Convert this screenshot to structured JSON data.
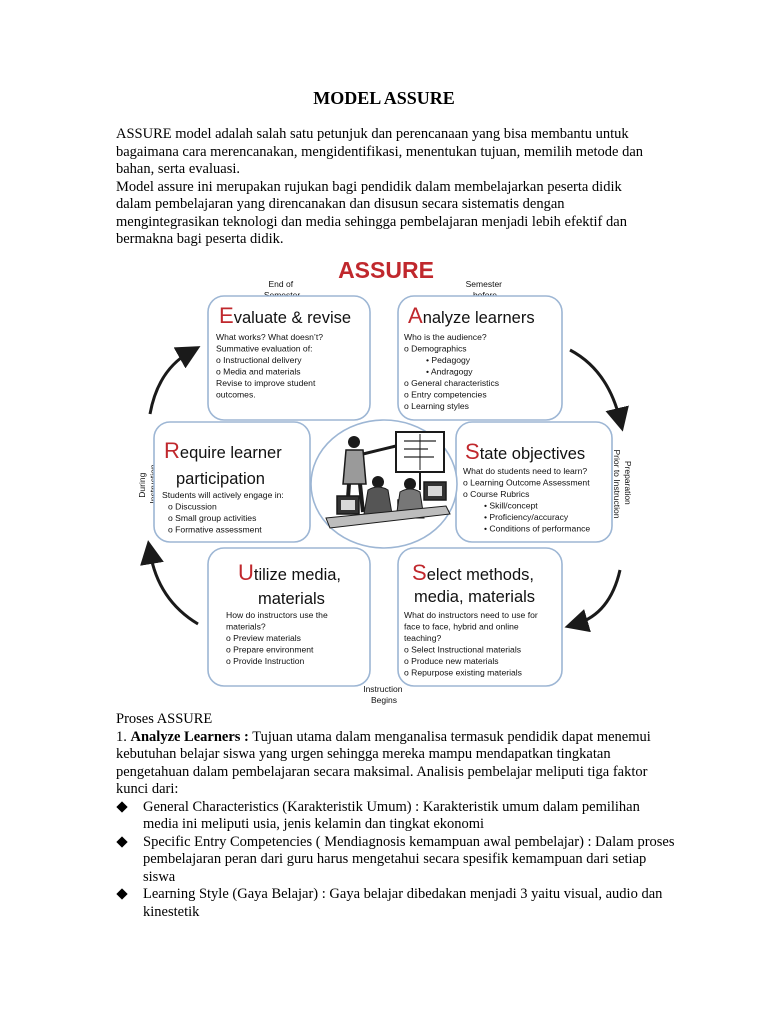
{
  "document": {
    "title": "MODEL ASSURE",
    "intro": [
      "ASSURE model adalah salah satu petunjuk dan perencanaan yang bisa membantu untuk bagaimana cara merencanakan, mengidentifikasi, menentukan tujuan, memilih metode dan bahan, serta evaluasi.",
      "Model assure ini merupakan rujukan bagi pendidik dalam membelajarkan peserta didik dalam pembelajaran yang direncanakan dan disusun secara sistematis dengan mengintegrasikan teknologi dan media sehingga pembelajaran menjadi lebih efektif dan bermakna bagi peserta didik."
    ]
  },
  "diagram": {
    "title": "ASSURE",
    "colors": {
      "title": "#c0282d",
      "initial": "#c0282d",
      "outline": "#9db6d4",
      "arrow": "#1a1a1a"
    },
    "side_labels": {
      "top_left": [
        "End of",
        "Semester"
      ],
      "top_right": [
        "Semester",
        "before"
      ],
      "left": [
        "During",
        "Instruction"
      ],
      "right": [
        "Preparation",
        "Prior to Instruction"
      ],
      "bottom": [
        "Instruction",
        "Begins"
      ]
    },
    "boxes": {
      "evaluate": {
        "initial": "E",
        "rest": "valuate & revise",
        "lines": [
          "What works?  What doesn’t?",
          "Summative evaluation of:",
          "o     Instructional delivery",
          "o     Media and materials",
          "Revise to improve student",
          "outcomes."
        ]
      },
      "analyze": {
        "initial": "A",
        "rest": "nalyze learners",
        "lines": [
          "Who is the audience?",
          "o     Demographics",
          "•  Pedagogy",
          "•  Andragogy",
          "o     General characteristics",
          "o     Entry competencies",
          "o     Learning styles"
        ]
      },
      "require": {
        "initial": "R",
        "rest": "equire learner",
        "line2": "participation",
        "lines": [
          "Students will actively engage in:",
          "o Discussion",
          "o Small group activities",
          "o Formative assessment"
        ]
      },
      "state": {
        "initial": "S",
        "rest": "tate objectives",
        "lines": [
          "What do students need to learn?",
          "o   Learning Outcome Assessment",
          "o   Course Rubrics",
          "•  Skill/concept",
          "•  Proficiency/accuracy",
          "•  Conditions of performance"
        ]
      },
      "utilize": {
        "initial": "U",
        "rest": "tilize media,",
        "line2": "materials",
        "lines": [
          "How do instructors use the",
          "materials?",
          "o     Preview materials",
          "o     Prepare environment",
          "o     Provide Instruction"
        ]
      },
      "select": {
        "initial": "S",
        "rest": "elect methods,",
        "line2": "media, materials",
        "lines": [
          "What do instructors need to use for",
          "face to face, hybrid and online",
          "teaching?",
          "o     Select Instructional materials",
          "o     Produce new materials",
          "o     Repurpose existing materials"
        ]
      }
    }
  },
  "proses": {
    "heading": "Proses ASSURE",
    "item_number": "1. ",
    "item_bold": "Analyze Learners :",
    "item_text": " Tujuan utama dalam menganalisa termasuk pendidik dapat menemui kebutuhan belajar siswa yang urgen sehingga mereka mampu mendapatkan tingkatan pengetahuan dalam pembelajaran secara maksimal. Analisis pembelajar meliputi tiga faktor kunci dari:",
    "bullets": [
      "General Characteristics (Karakteristik Umum) : Karakteristik umum dalam pemilihan media ini meliputi usia, jenis kelamin dan tingkat ekonomi",
      "Specific Entry Competencies ( Mendiagnosis kemampuan awal pembelajar) : Dalam proses pembelajaran peran dari guru harus mengetahui secara spesifik kemampuan dari setiap siswa",
      "Learning Style (Gaya Belajar) : Gaya belajar dibedakan menjadi 3 yaitu visual, audio dan kinestetik"
    ]
  }
}
